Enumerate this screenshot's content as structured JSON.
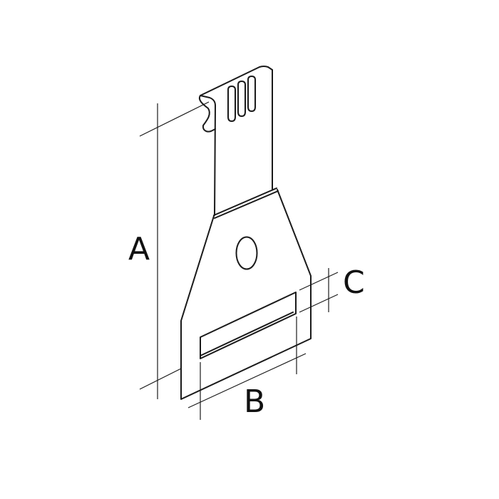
{
  "diagram": {
    "dimension_labels": {
      "a": "A",
      "b": "B",
      "c": "C"
    },
    "colors": {
      "line": "#1a1a1a",
      "background": "#ffffff"
    }
  }
}
